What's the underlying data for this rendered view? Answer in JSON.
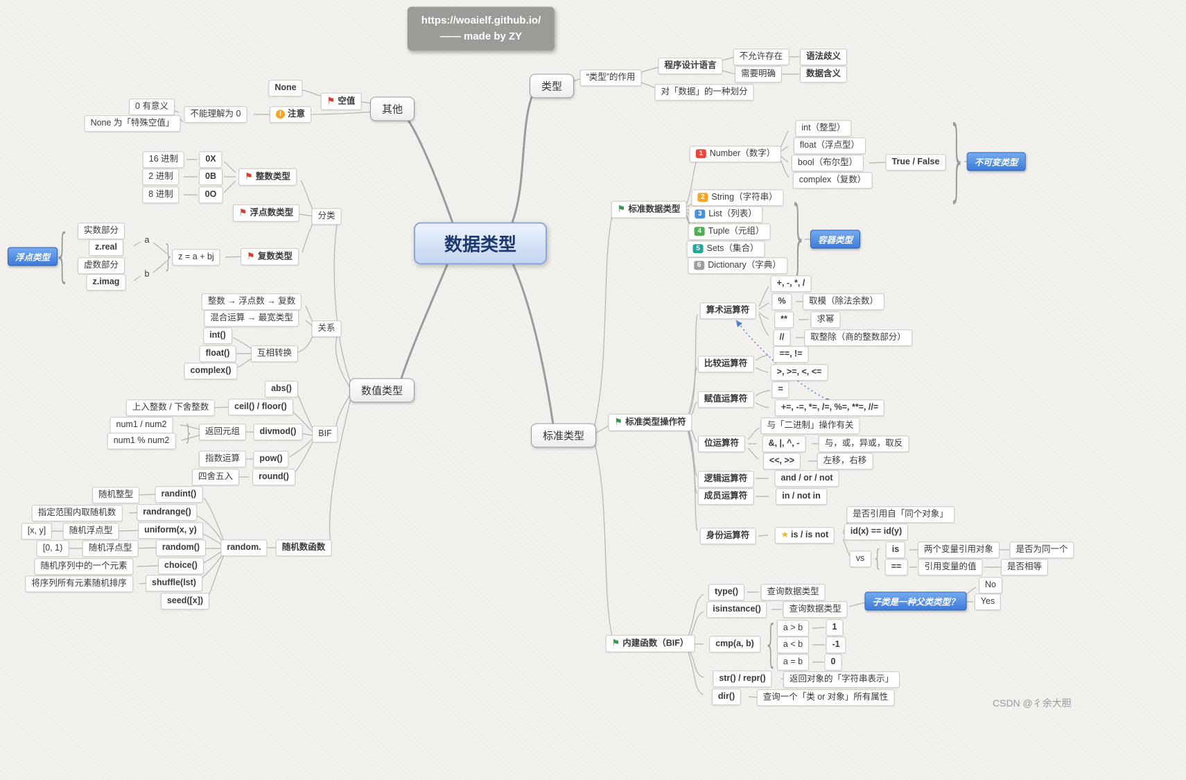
{
  "header": {
    "line1": "https://woaielf.github.io/",
    "line2": "—— made by ZY"
  },
  "root": {
    "label": "数据类型"
  },
  "watermark": "CSDN @彳余大胆",
  "badges": {
    "n1": "1",
    "n2": "2",
    "n3": "3",
    "n4": "4",
    "n5": "5",
    "n6": "6"
  },
  "type": {
    "label": "类型",
    "role": "“类型”的作用",
    "lang": "程序设计语言",
    "not_exist": "不允许存在",
    "syntax_amb": "语法歧义",
    "need_clear": "需要明确",
    "data_meaning": "数据含义",
    "division": "对「数据」的一种划分"
  },
  "other": {
    "label": "其他",
    "empty": "空值",
    "none": "None",
    "note": "注意",
    "not_zero": "不能理解为 0",
    "zero_meaning": "0 有意义",
    "none_special": "None 为「特殊空值」"
  },
  "numeric": {
    "label": "数值类型",
    "classify": "分类",
    "int_type": "整数类型",
    "hex": {
      "k": "16 进制",
      "v": "0X"
    },
    "bin": {
      "k": "2 进制",
      "v": "0B"
    },
    "oct": {
      "k": "8 进制",
      "v": "0O"
    },
    "float_type": "浮点数类型",
    "complex_type": "复数类型",
    "complex_formula": "z = a + bj",
    "a": "a",
    "b": "b",
    "real_part": "实数部分",
    "z_real": "z.real",
    "imag_part": "虚数部分",
    "z_imag": "z.imag",
    "float_callout": "浮点类型",
    "relation": "关系",
    "chain": "整数 → 浮点数 → 复数",
    "mixed": "混合运算 → 最宽类型",
    "int_fn": "int()",
    "float_fn": "float()",
    "complex_fn": "complex()",
    "convert": "互相转换",
    "bif": "BIF",
    "abs": "abs()",
    "ceil_desc": "上入整数 / 下舍整数",
    "ceil": "ceil() / floor()",
    "divmod_in1": "num1 / num2",
    "divmod_in2": "num1 % num2",
    "divmod_ret": "返回元组",
    "divmod": "divmod()",
    "pow_desc": "指数运算",
    "pow": "pow()",
    "round_desc": "四舍五入",
    "round": "round()",
    "random_prefix": "random.",
    "random_label": "随机数函数",
    "randint_desc": "随机整型",
    "randint": "randint()",
    "randrange_desc": "指定范围内取随机数",
    "randrange": "randrange()",
    "uniform_range": "[x, y]",
    "uniform_desc": "随机浮点型",
    "uniform": "uniform(x, y)",
    "random_range": "[0, 1)",
    "random_desc": "随机浮点型",
    "random_fn": "random()",
    "choice_desc": "随机序列中的一个元素",
    "choice": "choice()",
    "shuffle_desc": "将序列所有元素随机排序",
    "shuffle": "shuffle(lst)",
    "seed": "seed([x])"
  },
  "standard": {
    "label": "标准类型",
    "std_types": "标准数据类型",
    "number": "Number（数字）",
    "int": "int（整型）",
    "float": "float（浮点型）",
    "bool": "bool（布尔型）",
    "bool_vals": "True / False",
    "complex": "complex（复数）",
    "immutable": "不可变类型",
    "string": "String（字符串）",
    "list": "List（列表）",
    "tuple": "Tuple（元组）",
    "sets": "Sets（集合）",
    "dict": "Dictionary（字典）",
    "container": "容器类型",
    "ops": "标准类型操作符",
    "arith": "算术运算符",
    "arith_basic": "+, -, *, /",
    "mod": "%",
    "mod_desc": "取模（除法余数）",
    "pow_op": "**",
    "pow_desc": "求幂",
    "floordiv": "//",
    "floordiv_desc": "取整除（商的整数部分）",
    "cmp_ops": "比较运算符",
    "cmp1": "==, !=",
    "cmp2": ">, >=, <, <=",
    "assign": "赋值运算符",
    "assign1": "=",
    "assign2": "+=, -=, *=, /=, %=, **=, //=",
    "bit": "位运算符",
    "bit_note": "与「二进制」操作有关",
    "bit1": "&, |, ^, -",
    "bit1_desc": "与，或，异或，取反",
    "bit2": "<<, >>",
    "bit2_desc": "左移，右移",
    "logic": "逻辑运算符",
    "logic_v": "and / or / not",
    "member": "成员运算符",
    "member_v": "in / not in",
    "identity": "身份运算符",
    "identity_v": "is / is not",
    "same_obj": "是否引用自「同个对象」",
    "id_eq": "id(x) == id(y)",
    "vs": "vs",
    "vs_is": "is",
    "vs_is_desc": "两个变量引用对象",
    "vs_is_q": "是否为同一个",
    "vs_eq": "==",
    "vs_eq_desc": "引用变量的值",
    "vs_eq_q": "是否相等",
    "bif": "内建函数（BIF）",
    "type_fn": "type()",
    "type_desc": "查询数据类型",
    "isinstance": "isinstance()",
    "isinstance_desc": "查询数据类型",
    "subclass_q": "子类是一种父类类型？",
    "no": "No",
    "yes": "Yes",
    "cmp_fn": "cmp(a, b)",
    "gt": "a > b",
    "gt_v": "1",
    "lt": "a < b",
    "lt_v": "-1",
    "eq": "a = b",
    "eq_v": "0",
    "str_fn": "str() / repr()",
    "str_desc": "返回对象的「字符串表示」",
    "dir_fn": "dir()",
    "dir_desc": "查询一个「类 or 对象」所有属性"
  }
}
